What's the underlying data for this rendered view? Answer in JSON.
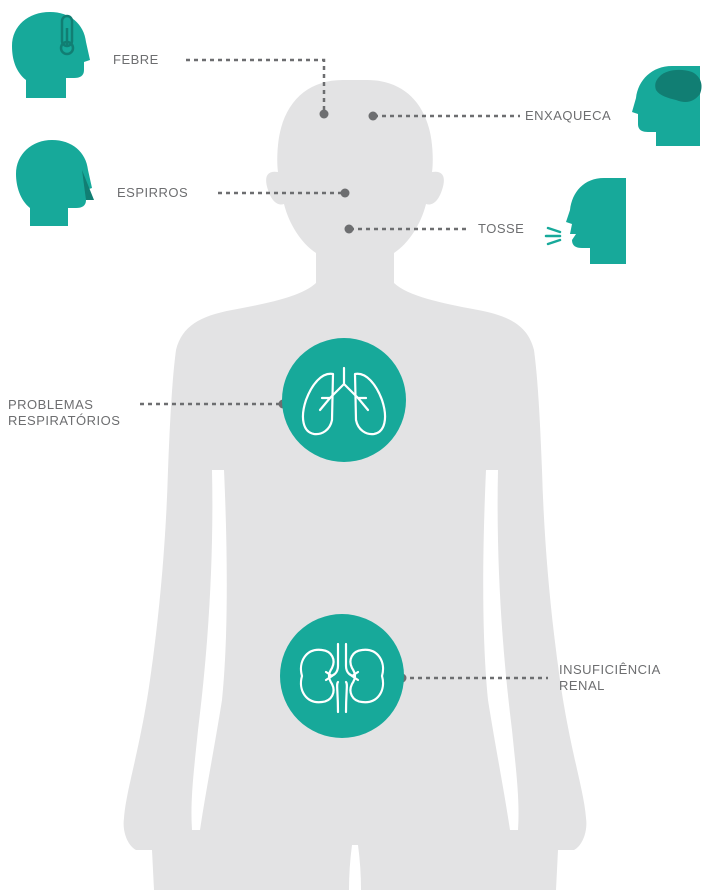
{
  "colors": {
    "teal": "#17a99a",
    "teal_dark": "#117e73",
    "body_gray": "#e3e3e4",
    "leader_gray": "#6d6e70",
    "label_gray": "#6d6e70"
  },
  "symptoms": {
    "fever": {
      "label": "FEBRE",
      "icon": "head-thermometer-icon"
    },
    "migraine": {
      "label": "ENXAQUECA",
      "icon": "head-brain-icon"
    },
    "sneezing": {
      "label": "ESPIRROS",
      "icon": "head-sneeze-icon"
    },
    "cough": {
      "label": "TOSSE",
      "icon": "head-cough-icon"
    },
    "respiratory": {
      "label_line1": "PROBLEMAS",
      "label_line2": "RESPIRATÓRIOS",
      "icon": "lungs-icon"
    },
    "renal": {
      "label_line1": "INSUFICIÊNCIA",
      "label_line2": "RENAL",
      "icon": "kidneys-icon"
    }
  }
}
